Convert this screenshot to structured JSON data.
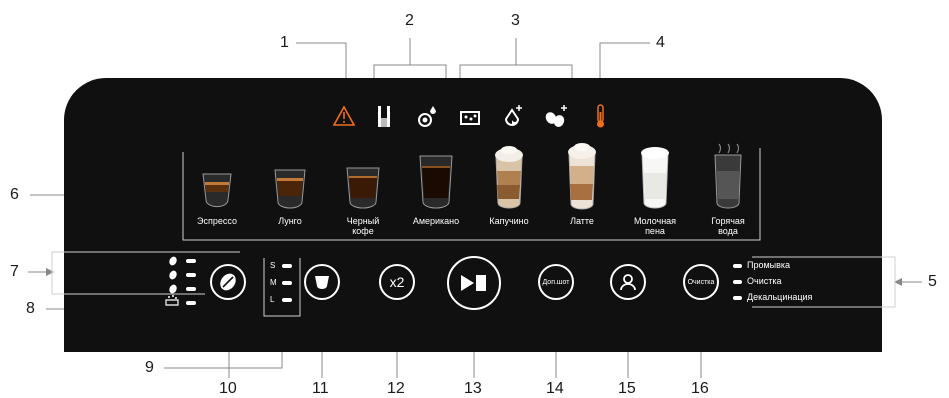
{
  "callouts": {
    "n1": "1",
    "n2": "2",
    "n3": "3",
    "n4": "4",
    "n5": "5",
    "n6": "6",
    "n7": "7",
    "n8": "8",
    "n9": "9",
    "n10": "10",
    "n11": "11",
    "n12": "12",
    "n13": "13",
    "n14": "14",
    "n15": "15",
    "n16": "16"
  },
  "status_icons": [
    "warning-icon",
    "water-tank-icon",
    "grounds-container-icon",
    "drip-tray-icon",
    "fill-water-icon",
    "fill-beans-icon",
    "temperature-icon"
  ],
  "drinks": [
    {
      "label": "Эспрессо"
    },
    {
      "label": "Лунго"
    },
    {
      "label": "Черный\nкофе"
    },
    {
      "label": "Американо"
    },
    {
      "label": "Капучино"
    },
    {
      "label": "Латте"
    },
    {
      "label": "Молочная\nпена"
    },
    {
      "label": "Горячая\nвода"
    }
  ],
  "sizes": {
    "s": "S",
    "m": "M",
    "l": "L"
  },
  "buttons": {
    "x2": "x2",
    "extra_shot": "Доп.шот",
    "clean": "Очистка"
  },
  "functions": {
    "rinse": "Промывка",
    "cleaning": "Очистка",
    "descaling": "Декальцинация"
  },
  "colors": {
    "panel": "#101010",
    "warning": "#f26c1c",
    "temperature": "#f26c1c",
    "icon": "#ffffff"
  }
}
